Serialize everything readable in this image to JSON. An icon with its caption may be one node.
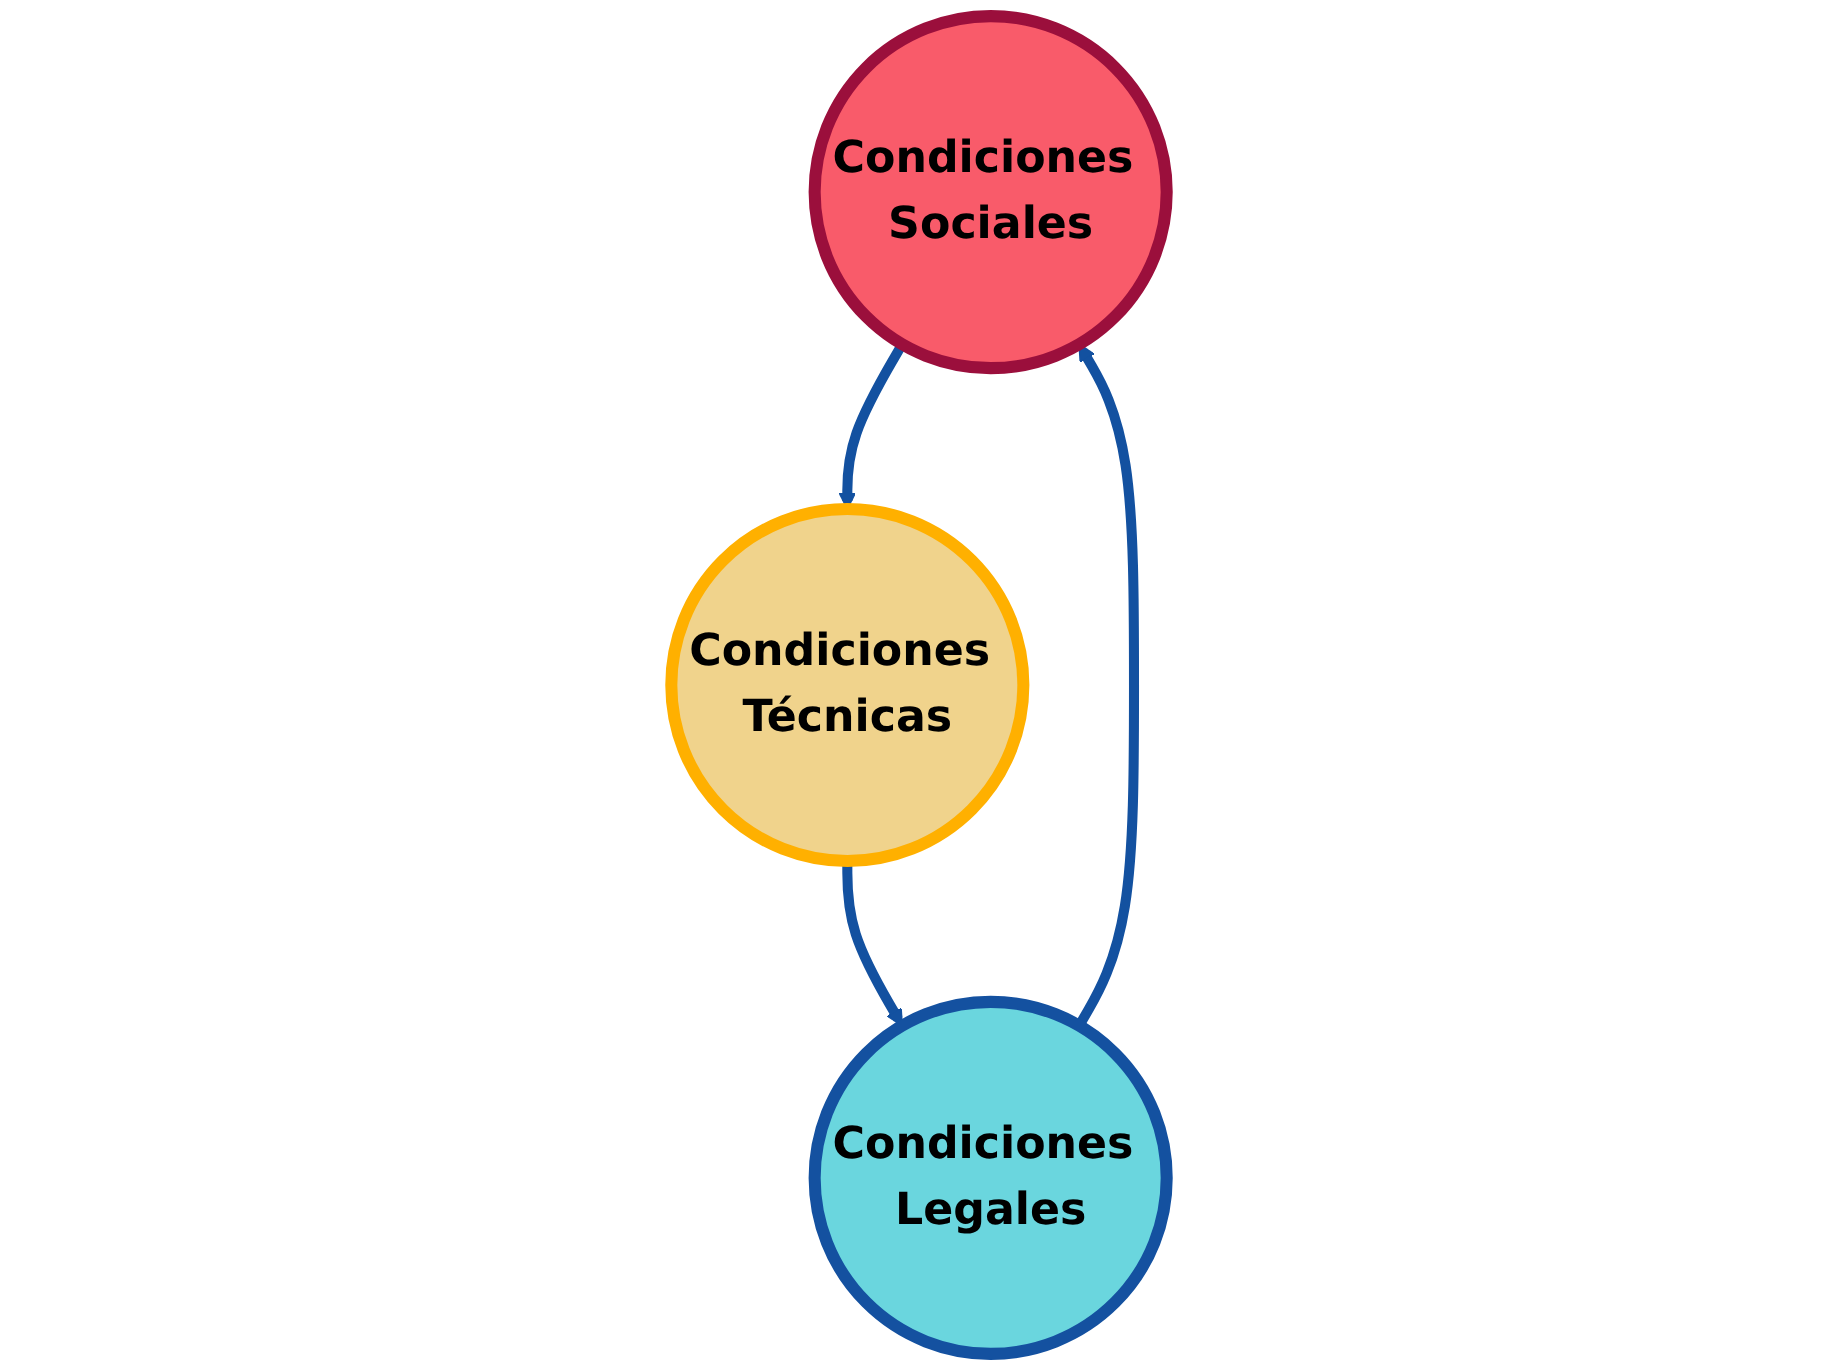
{
  "diagram": {
    "nodes": [
      {
        "text": [
          "Condiciones Sociales"
        ]
      },
      {
        "text": [
          "Condiciones Técnicas"
        ]
      },
      {
        "text": [
          "Condiciones Legales"
        ]
      }
    ],
    "edges": [
      {
        "from": 0,
        "to": 1,
        "arrow": "to"
      },
      {
        "from": 1,
        "to": 2,
        "arrow": "to"
      },
      {
        "from": 2,
        "to": 0,
        "arrow": "to"
      }
    ]
  }
}
